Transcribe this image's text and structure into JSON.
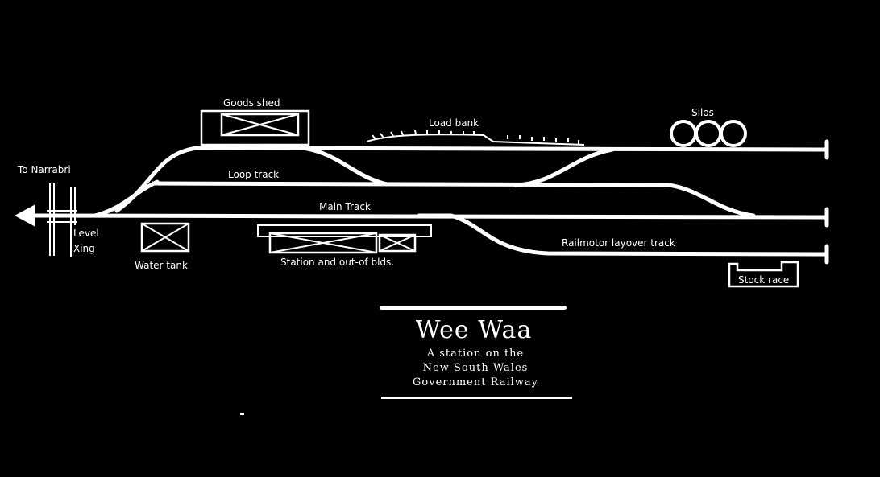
{
  "labels": {
    "to_narrabri": "To Narrabri",
    "level_xing_line1": "Level",
    "level_xing_line2": "Xing",
    "goods_shed": "Goods shed",
    "load_bank": "Load bank",
    "silos": "Silos",
    "loop_track": "Loop track",
    "main_track": "Main Track",
    "water_tank": "Water tank",
    "station": "Station and out-of blds.",
    "railmotor": "Railmotor layover track",
    "stock_race": "Stock race"
  },
  "title": {
    "main": "Wee Waa",
    "line1": "A station on the",
    "line2": "New South Wales",
    "line3": "Government Railway"
  },
  "colors": {
    "background": "#000000",
    "ink": "#ffffff"
  }
}
